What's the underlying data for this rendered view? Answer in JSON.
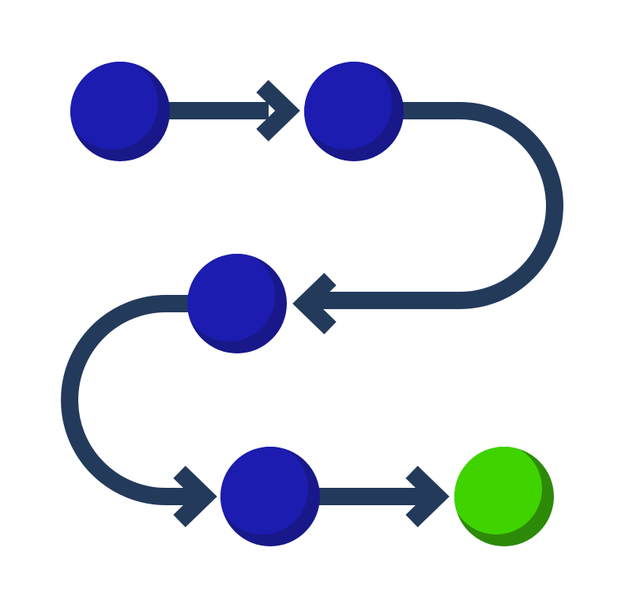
{
  "diagram": {
    "type": "flow",
    "colors": {
      "background": "#ffffff",
      "connector": "#233a5b",
      "node_primary": "#1c1cb0",
      "node_primary_shade": "#18188a",
      "node_final": "#3fd300",
      "node_final_shade": "#2d8a08"
    },
    "nodes": [
      {
        "id": "step-1",
        "kind": "step"
      },
      {
        "id": "step-2",
        "kind": "step"
      },
      {
        "id": "step-3",
        "kind": "step"
      },
      {
        "id": "step-4",
        "kind": "step"
      },
      {
        "id": "step-5",
        "kind": "final"
      }
    ],
    "edges": [
      {
        "from": "step-1",
        "to": "step-2",
        "shape": "straight"
      },
      {
        "from": "step-2",
        "to": "step-3",
        "shape": "curve"
      },
      {
        "from": "step-3",
        "to": "step-4",
        "shape": "curve"
      },
      {
        "from": "step-4",
        "to": "step-5",
        "shape": "straight"
      }
    ]
  }
}
